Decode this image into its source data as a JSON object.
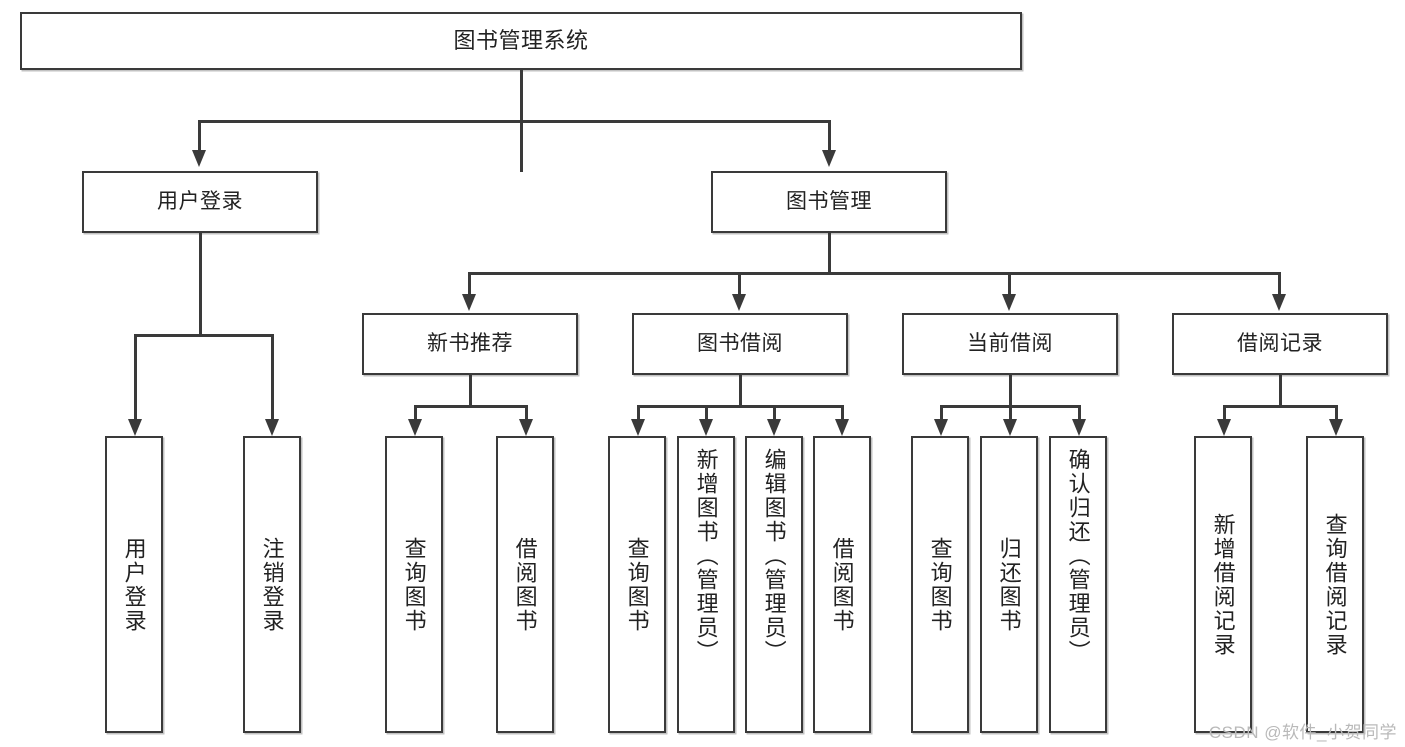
{
  "diagram": {
    "title": "图书管理系统",
    "type": "tree",
    "root": {
      "id": "root",
      "label": "图书管理系统"
    },
    "level2": [
      {
        "id": "user-login",
        "label": "用户登录"
      },
      {
        "id": "book-manage",
        "label": "图书管理"
      }
    ],
    "level3": [
      {
        "id": "new-book-rec",
        "label": "新书推荐",
        "parent": "book-manage"
      },
      {
        "id": "book-borrow",
        "label": "图书借阅",
        "parent": "book-manage"
      },
      {
        "id": "current-borrow",
        "label": "当前借阅",
        "parent": "book-manage"
      },
      {
        "id": "borrow-record",
        "label": "借阅记录",
        "parent": "book-manage"
      }
    ],
    "leaves": [
      {
        "id": "leaf-user-login",
        "label": "用户登录",
        "parent": "user-login"
      },
      {
        "id": "leaf-logout",
        "label": "注销登录",
        "parent": "user-login"
      },
      {
        "id": "leaf-query-book-1",
        "label": "查询图书",
        "parent": "new-book-rec"
      },
      {
        "id": "leaf-borrow-book-1",
        "label": "借阅图书",
        "parent": "new-book-rec"
      },
      {
        "id": "leaf-query-book-2",
        "label": "查询图书",
        "parent": "book-borrow"
      },
      {
        "id": "leaf-add-book",
        "label": "新增图书（管理员）",
        "parent": "book-borrow"
      },
      {
        "id": "leaf-edit-book",
        "label": "编辑图书（管理员）",
        "parent": "book-borrow"
      },
      {
        "id": "leaf-borrow-book-2",
        "label": "借阅图书",
        "parent": "book-borrow"
      },
      {
        "id": "leaf-query-book-3",
        "label": "查询图书",
        "parent": "current-borrow"
      },
      {
        "id": "leaf-return-book",
        "label": "归还图书",
        "parent": "current-borrow"
      },
      {
        "id": "leaf-confirm-return",
        "label": "确认归还（管理员）",
        "parent": "current-borrow"
      },
      {
        "id": "leaf-add-record",
        "label": "新增借阅记录",
        "parent": "borrow-record"
      },
      {
        "id": "leaf-query-record",
        "label": "查询借阅记录",
        "parent": "borrow-record"
      }
    ]
  },
  "watermark": {
    "text": "CSDN @软件_小贺同学"
  },
  "colors": {
    "stroke": "#3a3a3a",
    "background": "#ffffff",
    "text": "#222222",
    "watermark": "#b9b9b9"
  }
}
